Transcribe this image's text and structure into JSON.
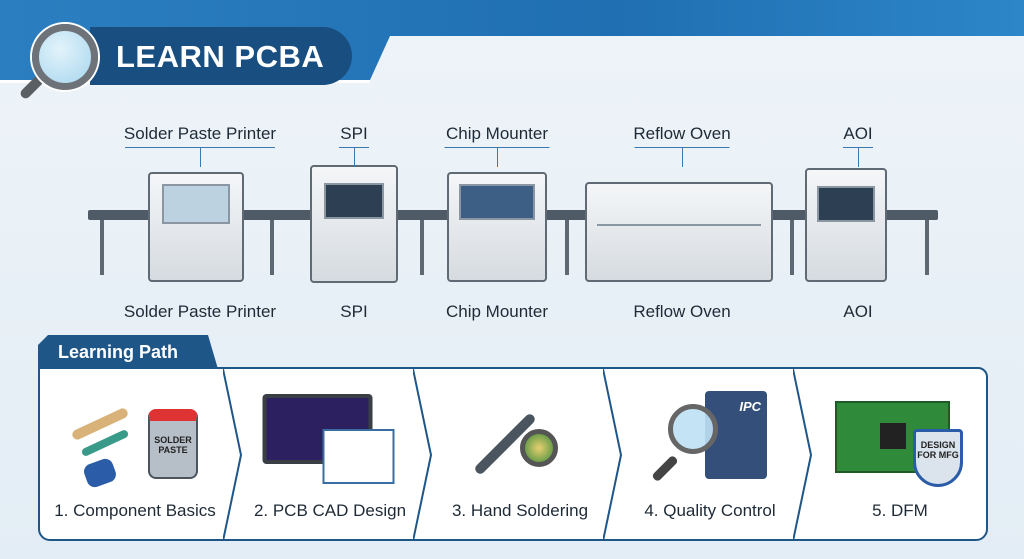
{
  "header": {
    "title": "LEARN PCBA"
  },
  "process_line": {
    "machines": [
      {
        "top_label": "Solder Paste Printer",
        "bottom_label": "Solder Paste Printer"
      },
      {
        "top_label": "SPI",
        "bottom_label": "SPI"
      },
      {
        "top_label": "Chip Mounter",
        "bottom_label": "Chip Mounter"
      },
      {
        "top_label": "Reflow Oven",
        "bottom_label": "Reflow Oven"
      },
      {
        "top_label": "AOI",
        "bottom_label": "AOI"
      }
    ]
  },
  "learning_path": {
    "title": "Learning Path",
    "steps": [
      {
        "label": "1. Component Basics",
        "icon_text": "SOLDER PASTE"
      },
      {
        "label": "2. PCB CAD Design"
      },
      {
        "label": "3. Hand Soldering"
      },
      {
        "label": "4. Quality Control",
        "icon_text": "IPC"
      },
      {
        "label": "5. DFM",
        "icon_text": "DESIGN FOR MFG"
      }
    ]
  }
}
